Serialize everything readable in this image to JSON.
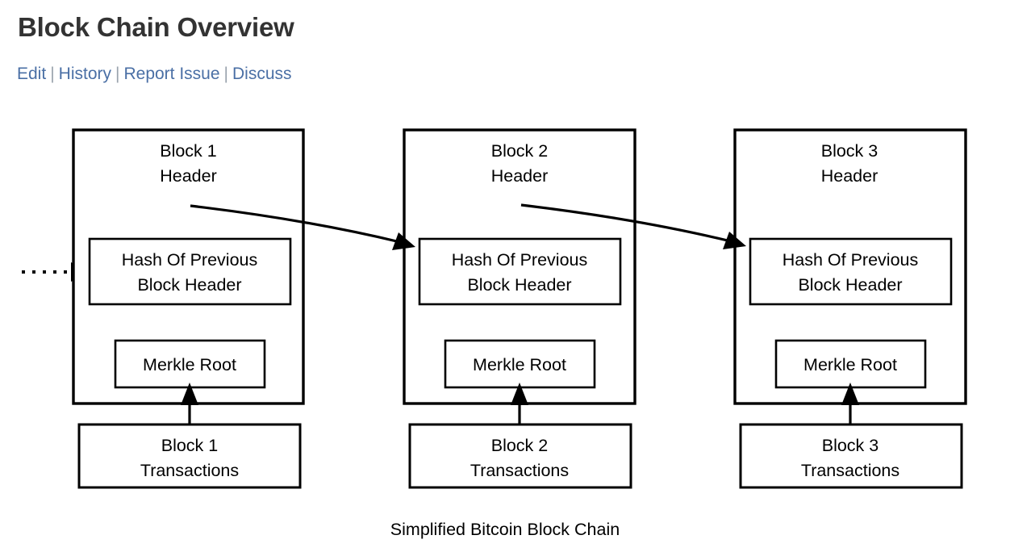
{
  "page": {
    "title": "Block Chain Overview",
    "background_color": "#ffffff",
    "title_color": "#333333"
  },
  "toolbar": {
    "link_color": "#4a6fa5",
    "separator": "|",
    "links": [
      {
        "label": "Edit"
      },
      {
        "label": "History"
      },
      {
        "label": "Report Issue"
      },
      {
        "label": "Discuss"
      }
    ]
  },
  "diagram": {
    "caption": "Simplified Bitcoin Block Chain",
    "stroke_color": "#000000",
    "fill_color": "#ffffff",
    "incoming_chain_marker": "dotted-line-with-arrow",
    "blocks": [
      {
        "id": "block-1",
        "header_line1": "Block 1",
        "header_line2": "Header",
        "hash_line1": "Hash Of Previous",
        "hash_line2": "Block Header",
        "merkle_label": "Merkle Root",
        "tx_line1": "Block 1",
        "tx_line2": "Transactions"
      },
      {
        "id": "block-2",
        "header_line1": "Block 2",
        "header_line2": "Header",
        "hash_line1": "Hash Of Previous",
        "hash_line2": "Block Header",
        "merkle_label": "Merkle Root",
        "tx_line1": "Block 2",
        "tx_line2": "Transactions"
      },
      {
        "id": "block-3",
        "header_line1": "Block 3",
        "header_line2": "Header",
        "hash_line1": "Hash Of Previous",
        "hash_line2": "Block Header",
        "merkle_label": "Merkle Root",
        "tx_line1": "Block 3",
        "tx_line2": "Transactions"
      }
    ]
  }
}
